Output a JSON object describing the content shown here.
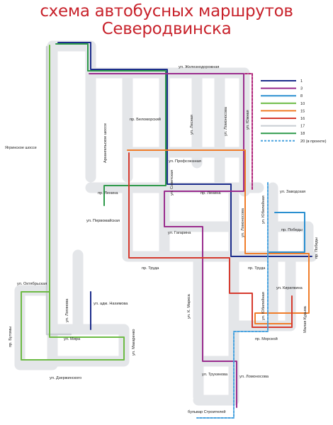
{
  "title": {
    "line1": "схема автобусных маршрутов",
    "line2": "Северодвинска"
  },
  "streets": {
    "zheleznodorozhnaya": "ул. Железнодорожная",
    "arkhangelskoe": "Архангельское шоссе",
    "belomorsky": "пр. Беломорский",
    "lesnaya": "ул. Лесная",
    "lomonosova_top": "ул. Ломоносова",
    "yuzhnaya": "ул. Южная",
    "yagrinskoe": "Ягринское шоссе",
    "profsoyuznaya": "ул. Профсоюзная",
    "sovetskaya": "ул. Советская",
    "lenina_left": "пр. Ленина",
    "lenina_right": "пр. Ленина",
    "zavodskaya": "ул. Заводская",
    "yubileynaya_top": "ул. Юбилейная",
    "lomonosova_mid": "ул. Ломоносова",
    "pervomaiskaya": "ул. Первомайская",
    "pobedy_street": "пр. Победы",
    "gagarina": "ул. Гагарина",
    "pobedy_right": "пр. Победы",
    "truda_left": "пр. Труда",
    "truda_right": "пр. Труда",
    "oktyabrskaya": "ул. Октябрьская",
    "kirilkina": "ул. Кирилкина",
    "admnakhimova": "ул. адм. Нахимова",
    "karl_marx": "ул. К. Маркса",
    "yubileynaya_bottom": "ул. Юбилейная",
    "logionova": "ул. Логинова",
    "malaya_kurya": "Малая Кудьма",
    "butomy": "пр. Бутомы",
    "mira": "ул. Мира",
    "makarenko": "ул. Макаренко",
    "morskoy": "пр. Морской",
    "dzerzhinskogo": "ул. Дзержинского",
    "trukhinova": "ул. Трухинова",
    "lomonosova_bottom": "ул. Ломоносова",
    "stroiteley": "бульвар Строителей"
  },
  "legend": [
    {
      "label": "1",
      "color": "#1d2d8c",
      "dashed": false
    },
    {
      "label": "3",
      "color": "#9a2d8e",
      "dashed": false
    },
    {
      "label": "8",
      "color": "#2a8fd0",
      "dashed": false
    },
    {
      "label": "10",
      "color": "#6dbb45",
      "dashed": false
    },
    {
      "label": "15",
      "color": "#f07d2a",
      "dashed": false
    },
    {
      "label": "16",
      "color": "#d63b2f",
      "dashed": false
    },
    {
      "label": "17",
      "color": "#c8cdd2",
      "dashed": false
    },
    {
      "label": "18",
      "color": "#2e9a4a",
      "dashed": false
    },
    {
      "label": "20 (в проекте)",
      "color": "#4aa3df",
      "dashed": true
    }
  ],
  "colors": {
    "title": "#c8232c",
    "road": "#e4e6e9",
    "route_1": "#1d2d8c",
    "route_3": "#9a2d8e",
    "route_8": "#2a8fd0",
    "route_10": "#6dbb45",
    "route_15": "#f07d2a",
    "route_16": "#d63b2f",
    "route_17": "#c8cdd2",
    "route_18": "#2e9a4a",
    "route_20": "#4aa3df",
    "yuzhnaya_dashed": "#b0257a"
  }
}
